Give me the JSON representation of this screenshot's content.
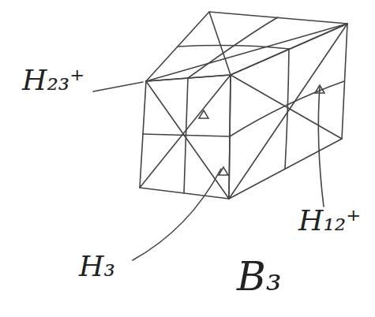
{
  "diagram": {
    "labels": [
      "H₂₃⁺",
      "H₃",
      "H₁₂⁺",
      "B₃"
    ]
  }
}
